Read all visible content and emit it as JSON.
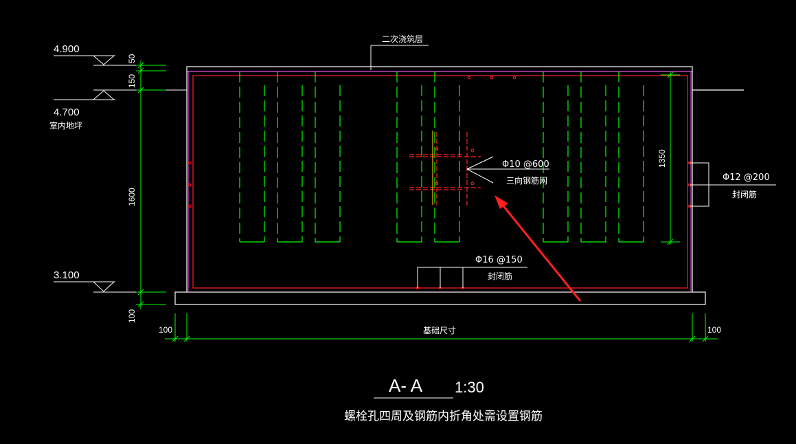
{
  "elevations": {
    "top": "4.900",
    "floor": "4.700",
    "floor_label": "室内地坪",
    "bottom": "3.100"
  },
  "dimensions": {
    "d50": "50",
    "d150": "150",
    "d1600": "1600",
    "d100_left": "100",
    "d1350": "1350",
    "bottom_left": "100",
    "bottom_center": "基础尺寸",
    "bottom_right": "100"
  },
  "annotations": {
    "top_layer": "二次浇筑层",
    "mesh_spec": "Φ10 @600",
    "mesh_name": "三向钢筋网",
    "right_spec": "Φ12 @200",
    "right_name": "封闭筋",
    "bottom_spec": "Φ16 @150",
    "bottom_name": "封闭筋"
  },
  "title": {
    "section": "A- A",
    "scale": "1:30",
    "note": "螺栓孔四周及钢筋内折角处需设置钢筋"
  },
  "colors": {
    "background": "#000000",
    "outline": "#ffffff",
    "rebar": "#ff2020",
    "bolt": "#00ff00",
    "dimension": "#00ff00",
    "formwork": "#cc33cc",
    "arrow": "#ff2020"
  }
}
